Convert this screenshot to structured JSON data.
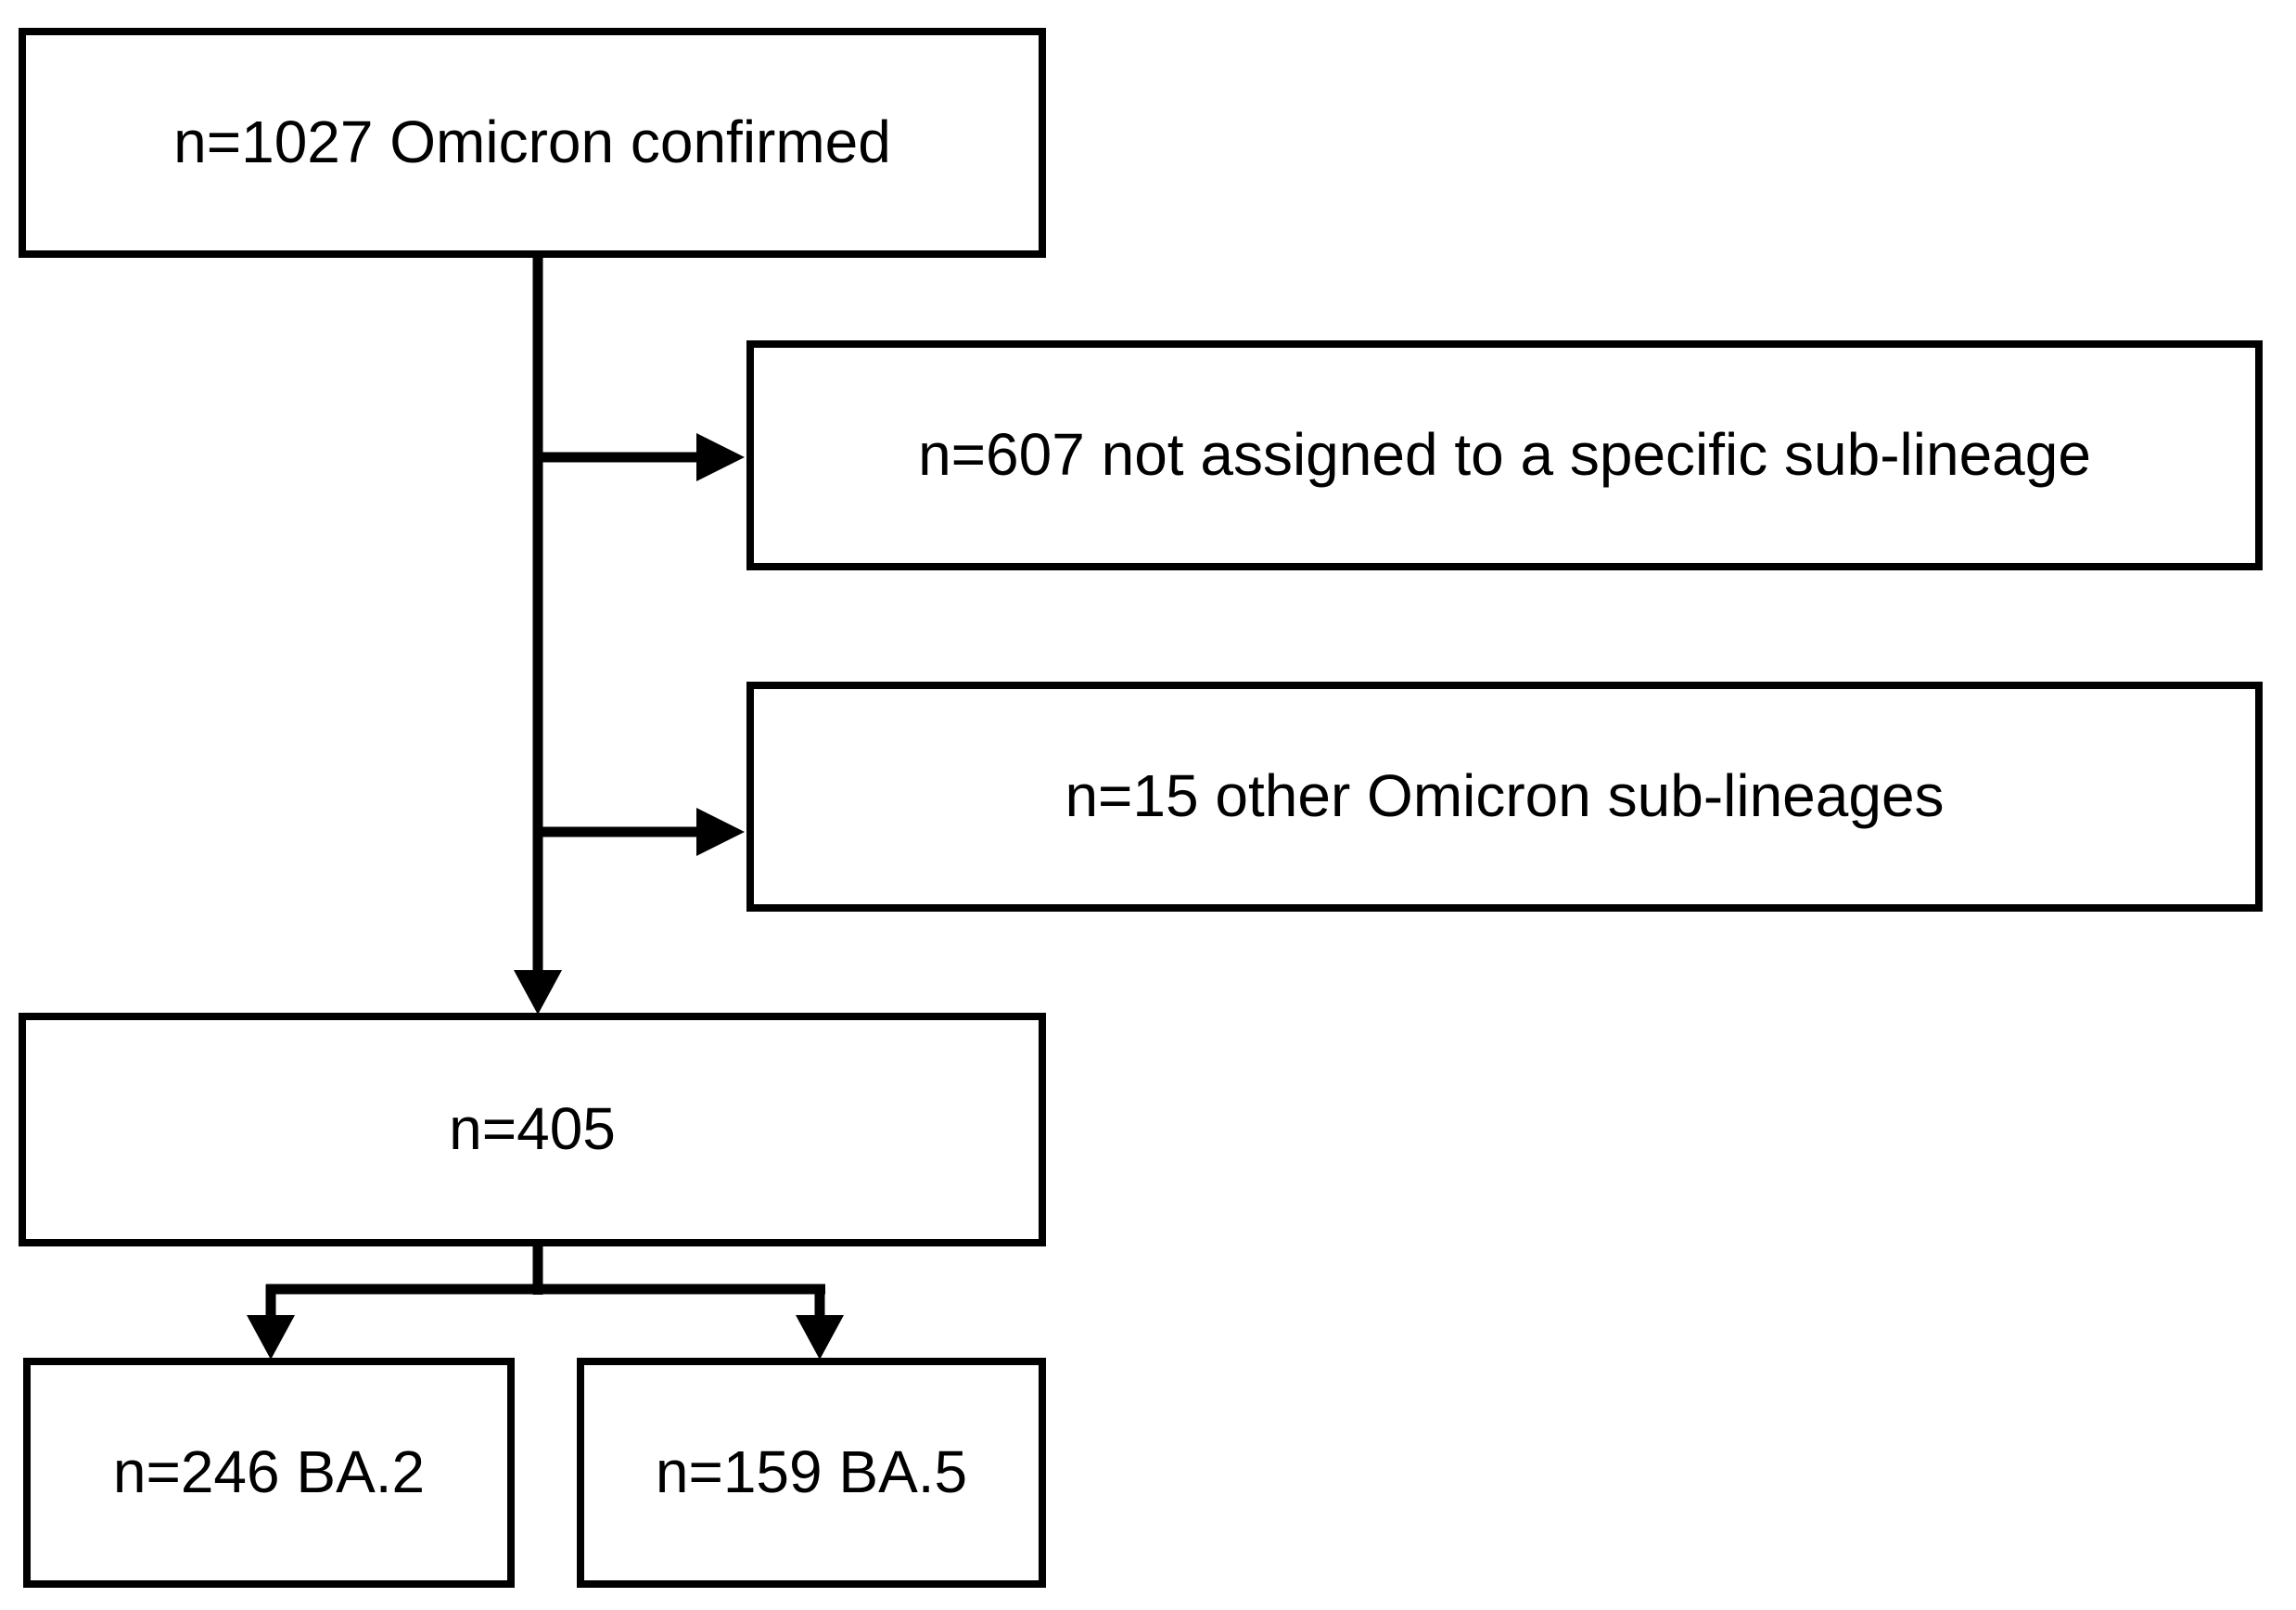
{
  "flowchart": {
    "nodes": [
      {
        "id": "omicron_confirmed",
        "label": "n=1027 Omicron confirmed",
        "n": 1027
      },
      {
        "id": "not_assigned",
        "label": "n=607 not assigned to a specific sub-lineage",
        "n": 607
      },
      {
        "id": "other_sublineages",
        "label": "n=15 other Omicron sub-lineages",
        "n": 15
      },
      {
        "id": "assigned_total",
        "label": "n=405",
        "n": 405
      },
      {
        "id": "ba2",
        "label": "n=246 BA.2",
        "n": 246
      },
      {
        "id": "ba5",
        "label": "n=159 BA.5",
        "n": 159
      }
    ],
    "edges": [
      {
        "from": "omicron_confirmed",
        "to": "not_assigned"
      },
      {
        "from": "omicron_confirmed",
        "to": "other_sublineages"
      },
      {
        "from": "omicron_confirmed",
        "to": "assigned_total"
      },
      {
        "from": "assigned_total",
        "to": "ba2"
      },
      {
        "from": "assigned_total",
        "to": "ba5"
      }
    ],
    "colors": {
      "background": "#ffffff",
      "box_fill": "#ffffff",
      "box_border": "#000000",
      "text": "#000000",
      "connector": "#000000"
    }
  }
}
